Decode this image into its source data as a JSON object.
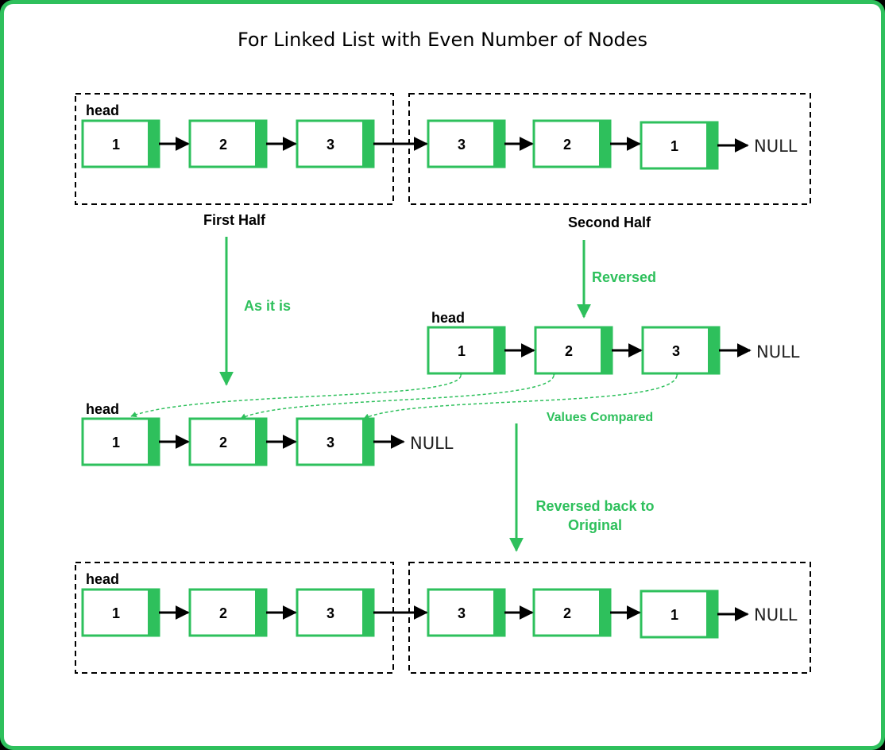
{
  "title": "For Linked List with Even Number of Nodes",
  "head_label": "head",
  "null_label": "NULL",
  "labels": {
    "first_half": "First Half",
    "second_half": "Second Half",
    "as_it_is": "As it is",
    "reversed": "Reversed",
    "values_compared": "Values Compared",
    "reversed_back_line1": "Reversed back to",
    "reversed_back_line2": "Original"
  },
  "lists": {
    "original": [
      "1",
      "2",
      "3",
      "3",
      "2",
      "1"
    ],
    "first_half": [
      "1",
      "2",
      "3"
    ],
    "reversed_second_half": [
      "1",
      "2",
      "3"
    ],
    "restored": [
      "1",
      "2",
      "3",
      "3",
      "2",
      "1"
    ]
  },
  "colors": {
    "background": "#ffffff",
    "border": "#2ec05c",
    "node_border": "#2ec05c",
    "node_fill": "#ffffff",
    "pointer_fill": "#2ec05c",
    "arrow": "#000000",
    "dashed_box": "#000000"
  }
}
